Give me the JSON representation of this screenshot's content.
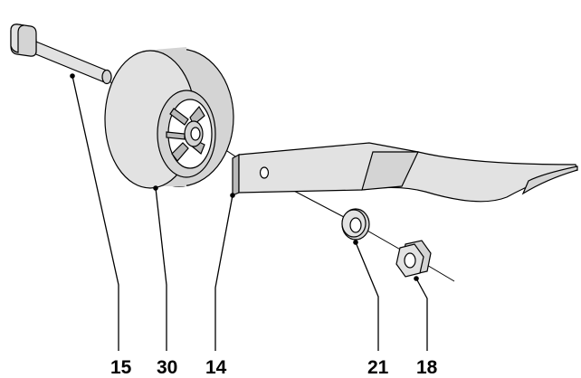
{
  "colors": {
    "background": "#ffffff",
    "ink": "#000000",
    "part_fill": "#d4d4d4",
    "part_light": "#e2e2e2",
    "part_dark": "#b9b9b9"
  },
  "diagram": {
    "callouts": [
      {
        "id": "bolt",
        "label": "15"
      },
      {
        "id": "wheel",
        "label": "30"
      },
      {
        "id": "blade",
        "label": "14"
      },
      {
        "id": "washer",
        "label": "21"
      },
      {
        "id": "nut",
        "label": "18"
      }
    ]
  }
}
